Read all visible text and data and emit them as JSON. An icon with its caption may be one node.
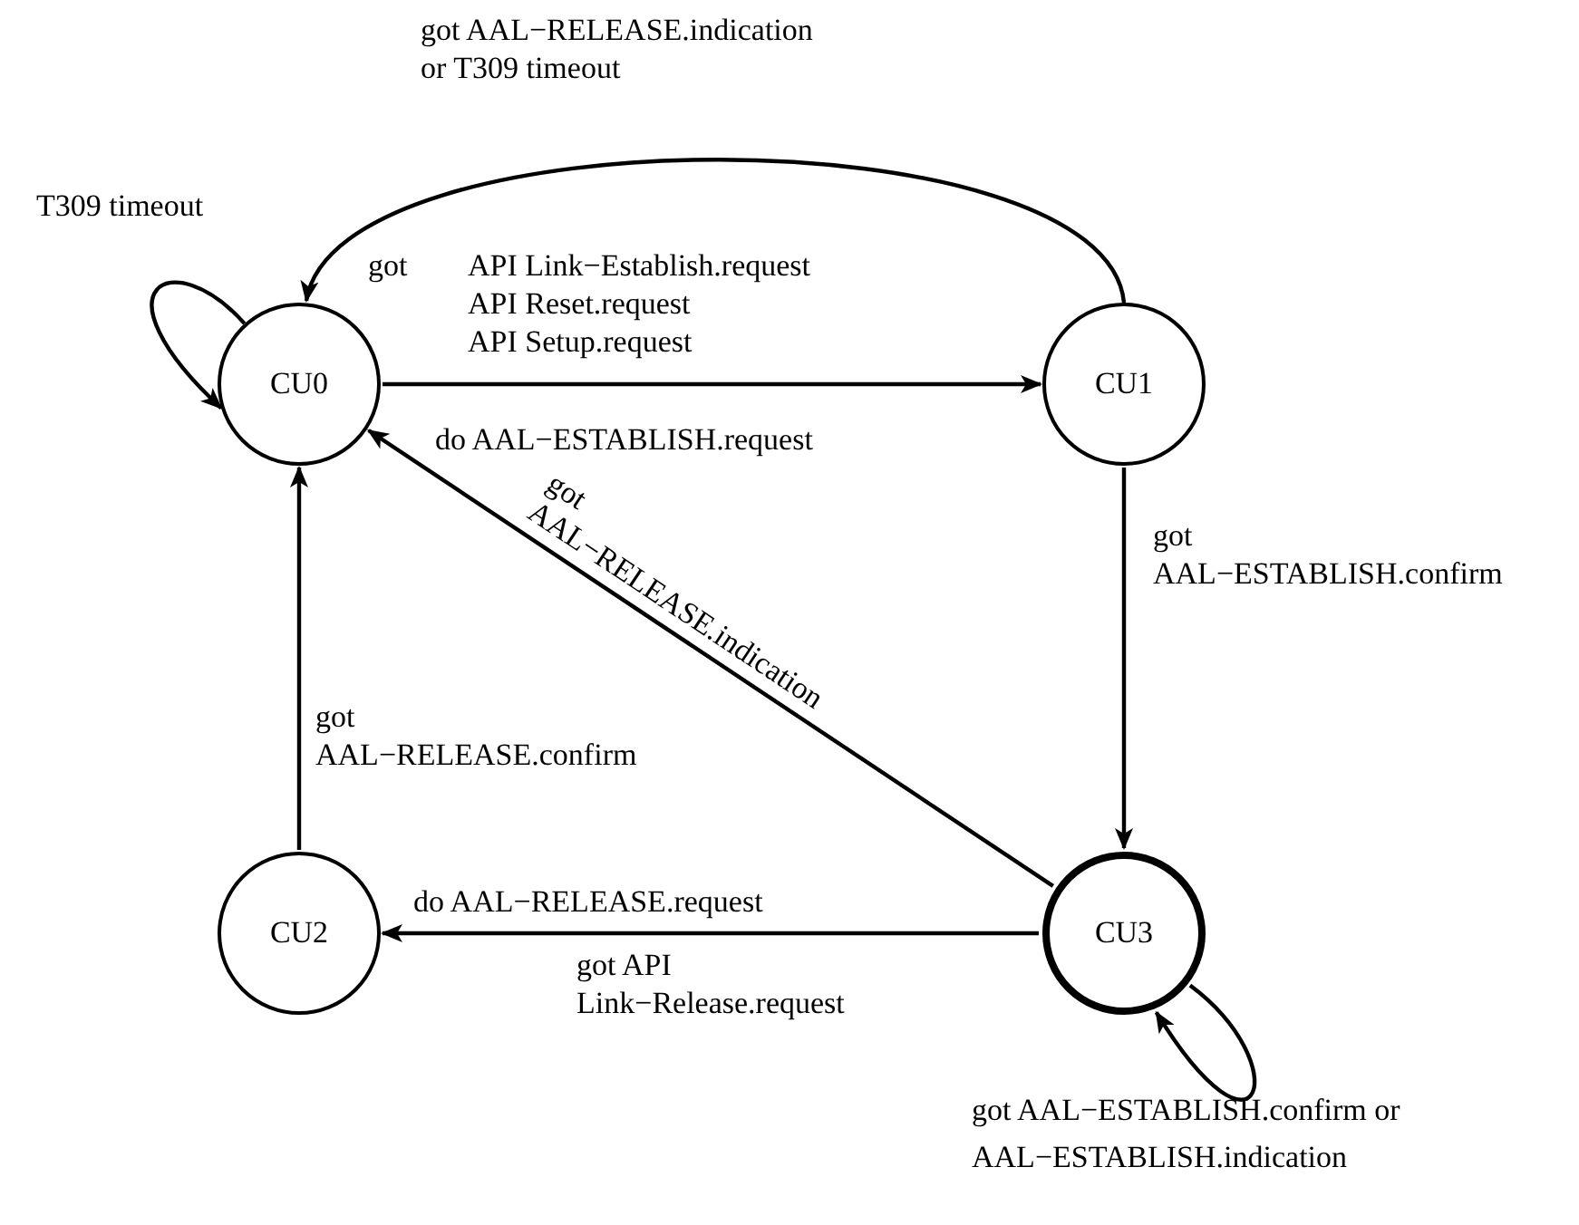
{
  "diagram": {
    "nodes": [
      {
        "text": [
          "CU0"
        ]
      },
      {
        "text": [
          "CU1"
        ]
      },
      {
        "text": [
          "CU2"
        ]
      },
      {
        "text": [
          "CU3"
        ]
      }
    ],
    "edges": [
      {
        "from": 0,
        "to": 0,
        "arrow": "to",
        "label": "T309 timeout"
      },
      {
        "from": 0,
        "to": 1,
        "arrow": "to",
        "label": "do AAL−ESTABLISH.request"
      },
      {
        "from": 1,
        "to": 0,
        "arrow": "to",
        "label": "got AAL−RELEASE.indication or T309 timeout"
      },
      {
        "from": 1,
        "to": 3,
        "arrow": "to",
        "label": "got AAL−ESTABLISH.confirm"
      },
      {
        "from": 3,
        "to": 0,
        "arrow": "to",
        "label": "got AAL−RELEASE.indication"
      },
      {
        "from": 3,
        "to": 2,
        "arrow": "to",
        "label": "got API Link−Release.request"
      },
      {
        "from": 2,
        "to": 0,
        "arrow": "to",
        "label": "got AAL−RELEASE.confirm"
      },
      {
        "from": 3,
        "to": 3,
        "arrow": "to",
        "label": "got AAL−ESTABLISH.confirm or AAL−ESTABLISH.indication"
      }
    ],
    "labels": [
      "got",
      "API Link−Establish.request",
      "API Reset.request",
      "API Setup.request",
      "do AAL−RELEASE.request"
    ]
  }
}
